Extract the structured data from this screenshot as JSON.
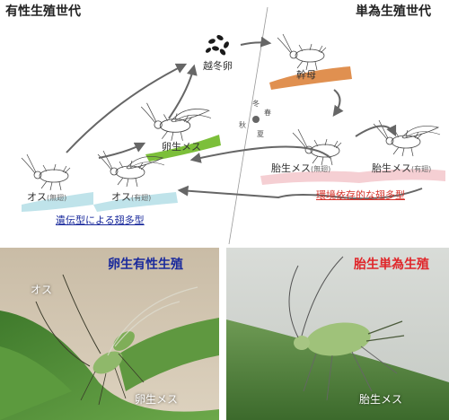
{
  "headings": {
    "left": "有性生殖世代",
    "right": "単為生殖世代"
  },
  "seasons": [
    "冬",
    "春",
    "秋",
    "夏"
  ],
  "nodes": {
    "overwintering_egg": "越冬卵",
    "stem_mother": "幹母",
    "oviparous_female": "卵生メス",
    "male_winged": "オス",
    "male_winged_tag": "(有翅)",
    "male_wingless": "オス",
    "male_wingless_tag": "(無翅)",
    "vivip_wingless": "胎生メス",
    "vivip_wingless_tag": "(無翅)",
    "vivip_winged": "胎生メス",
    "vivip_winged_tag": "(有翅)"
  },
  "captions": {
    "genetic": "遺伝型による翅多型",
    "environmental": "環境依存的な翅多型"
  },
  "photos": {
    "left": {
      "title": "卵生有性生殖",
      "label_male": "オス",
      "label_female": "卵生メス"
    },
    "right": {
      "title": "胎生単為生殖",
      "label_female": "胎生メス"
    }
  },
  "colors": {
    "title_blue": "#1a2a9c",
    "title_red": "#e0262a",
    "caption_blue": "#1a2a9c",
    "caption_red": "#d5332b",
    "arrow": "#666666",
    "band_orange": "#e09050",
    "band_green": "#7cbf3a",
    "band_cyan": "#bfe3ea",
    "band_pink": "#f5cfd3"
  },
  "icons": [
    "aphid-outline-icon",
    "egg-cluster-icon"
  ]
}
